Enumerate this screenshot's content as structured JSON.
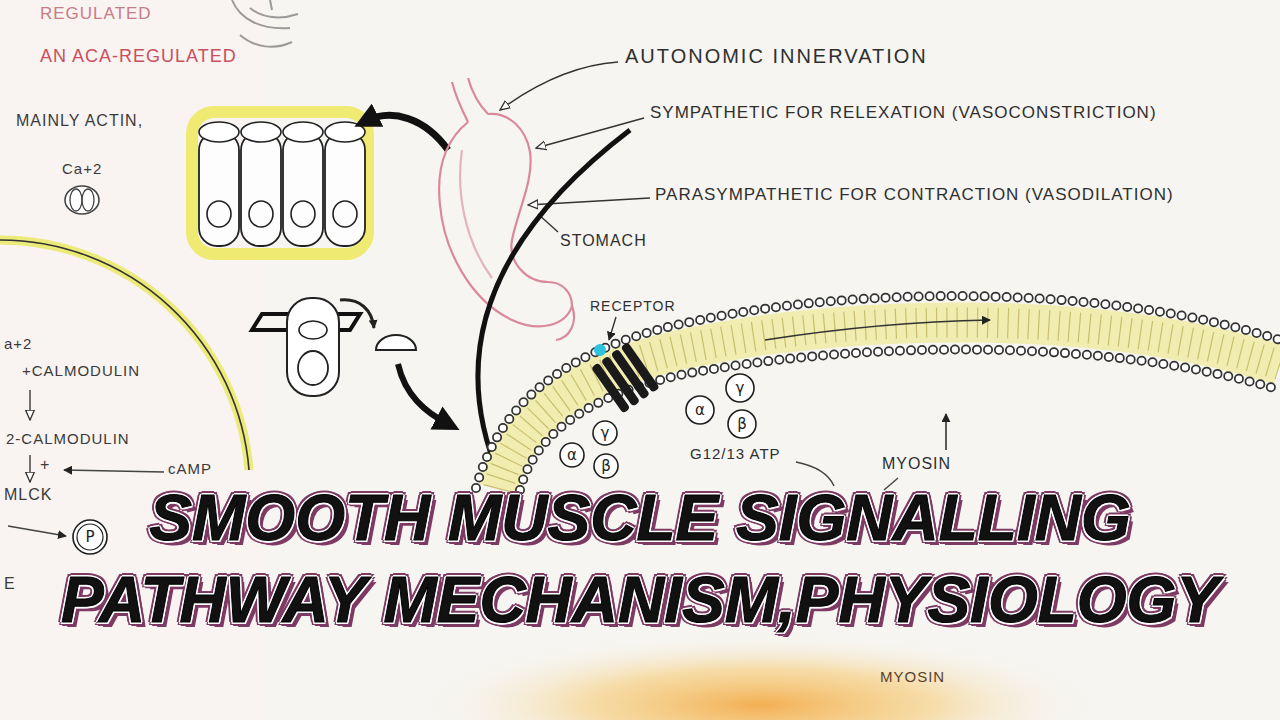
{
  "diagram": {
    "title": "SMOOTH MUSCLE SIGNALLING PATHWAY MECHANISM,PHYSIOLOGY",
    "nodes": [
      {
        "text": [
          "α"
        ]
      },
      {
        "text": [
          "γ"
        ]
      },
      {
        "text": [
          "β"
        ]
      },
      {
        "text": [
          "α"
        ]
      },
      {
        "text": [
          "γ"
        ]
      },
      {
        "text": [
          "β"
        ]
      },
      {
        "text": [
          "P"
        ]
      }
    ],
    "labels": [
      "REGULATED",
      "AN ACA-REGULATED",
      "MAINLY ACTIN,",
      "Ca+2",
      "AUTONOMIC INNERVATION",
      "SYMPATHETIC FOR RELEXATION (VASOCONSTRICTION)",
      "PARASYMPATHETIC FOR CONTRACTION (VASODILATION)",
      "STOMACH",
      "RECEPTOR",
      "a+2",
      "+CALMODULIN",
      "2-CALMODULIN",
      "+",
      "cAMP",
      "MLCK",
      "E",
      "G12/13 ATP",
      "MYOSIN",
      "MYOSIN"
    ]
  }
}
